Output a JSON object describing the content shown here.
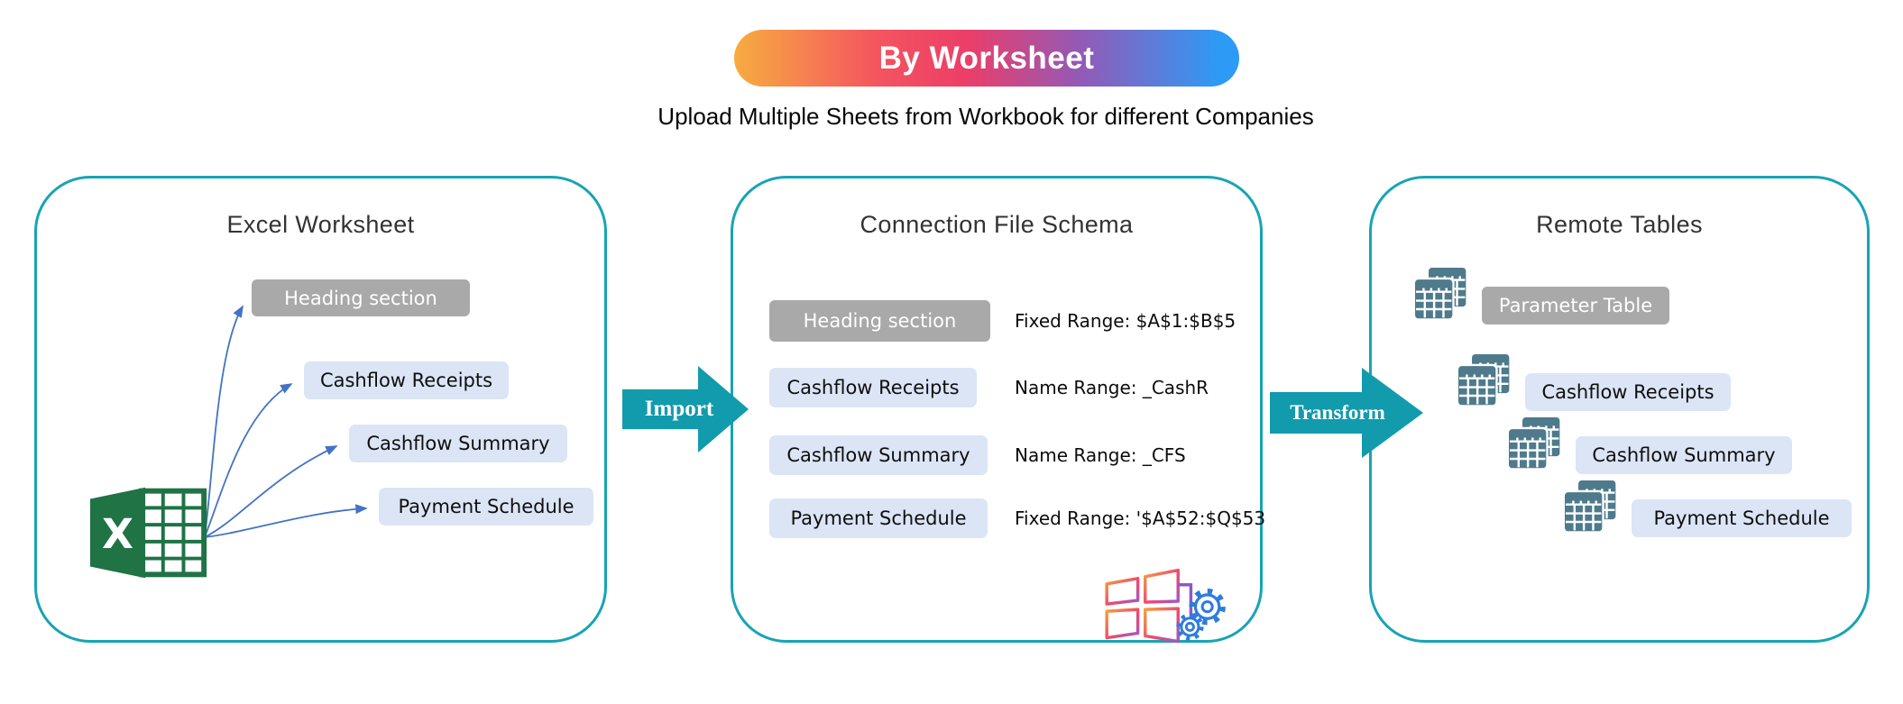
{
  "header": {
    "badge": "By Worksheet",
    "subtitle": "Upload Multiple Sheets from Workbook for different Companies"
  },
  "arrows": {
    "import_label": "Import",
    "transform_label": "Transform"
  },
  "panels": {
    "excel": {
      "title": "Excel Worksheet",
      "boxes": [
        {
          "label": "Heading section",
          "variant": "gray"
        },
        {
          "label": "Cashflow Receipts",
          "variant": "blue"
        },
        {
          "label": "Cashflow Summary",
          "variant": "blue"
        },
        {
          "label": "Payment Schedule",
          "variant": "blue"
        }
      ],
      "icon": "excel-icon"
    },
    "schema": {
      "title": "Connection File Schema",
      "rows": [
        {
          "label": "Heading section",
          "variant": "gray",
          "range": "Fixed Range: $A$1:$B$5"
        },
        {
          "label": "Cashflow Receipts",
          "variant": "blue",
          "range": "Name Range: _CashR"
        },
        {
          "label": "Cashflow Summary",
          "variant": "blue",
          "range": "Name Range: _CFS"
        },
        {
          "label": "Payment Schedule",
          "variant": "blue",
          "range": "Fixed Range: '$A$52:$Q$53"
        }
      ],
      "icon": "windows-gear-icon"
    },
    "remote": {
      "title": "Remote Tables",
      "rows": [
        {
          "label": "Parameter Table",
          "variant": "gray",
          "icon": "table-icon"
        },
        {
          "label": "Cashflow Receipts",
          "variant": "blue",
          "icon": "table-icon"
        },
        {
          "label": "Cashflow Summary",
          "variant": "blue",
          "icon": "table-icon"
        },
        {
          "label": "Payment Schedule",
          "variant": "blue",
          "icon": "table-icon"
        }
      ]
    }
  },
  "colors": {
    "panel_border": "#17A4B5",
    "teal_arrow": "#129BAC",
    "connector_blue": "#4472C4",
    "gray_box": "#A9A9A9",
    "blue_box": "#DBE5F5",
    "excel_green": "#1F7345",
    "table_icon": "#4E7A8C",
    "badge_gradient": [
      "#F7AC40",
      "#F4555F",
      "#EC3E68",
      "#9559B5",
      "#2D9AF6"
    ]
  }
}
